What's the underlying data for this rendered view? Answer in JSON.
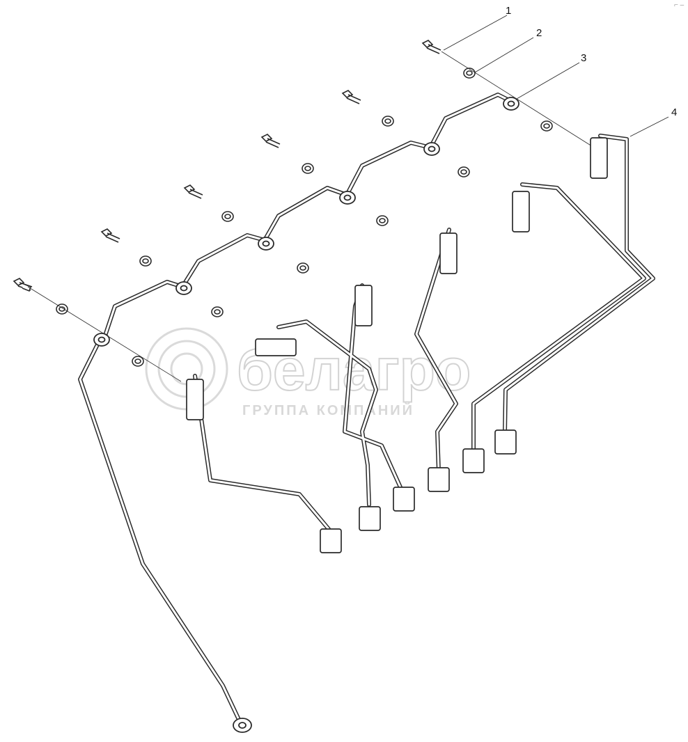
{
  "callouts": [
    {
      "id": "1",
      "label": "1"
    },
    {
      "id": "2",
      "label": "2"
    },
    {
      "id": "3",
      "label": "3"
    },
    {
      "id": "4",
      "label": "4"
    }
  ],
  "watermark": {
    "brand": "белагро",
    "subtitle": "ГРУППА КОМПАНИЙ"
  },
  "corner_mark": "⌐ ‒",
  "colors": {
    "line": "#2a2a2a",
    "watermark": "#cfcfcf"
  }
}
